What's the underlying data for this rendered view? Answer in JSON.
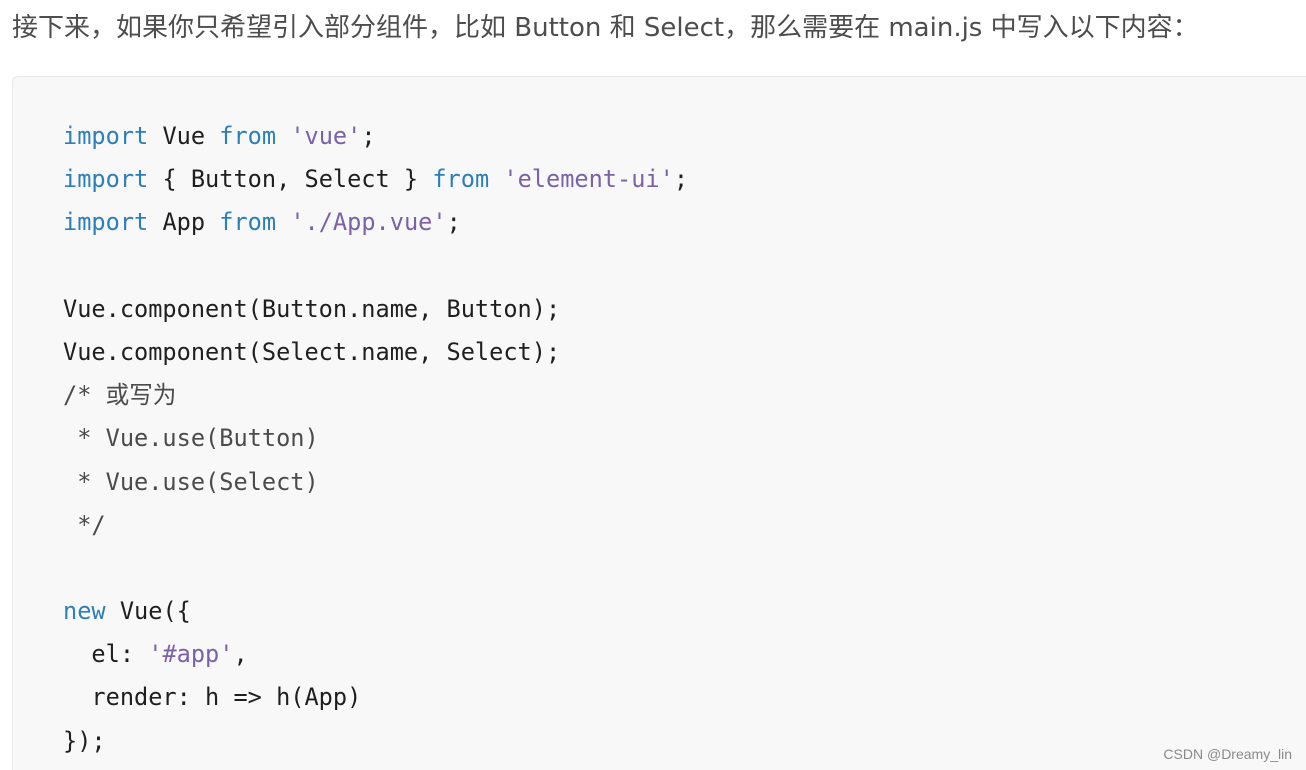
{
  "intro_text": "接下来，如果你只希望引入部分组件，比如 Button 和 Select，那么需要在 main.js 中写入以下内容：",
  "code": {
    "l1": {
      "kw1": "import",
      "t1": " Vue ",
      "kw2": "from",
      "t2": " ",
      "str": "'vue'",
      "t3": ";"
    },
    "l2": {
      "kw1": "import",
      "t1": " { Button, Select } ",
      "kw2": "from",
      "t2": " ",
      "str": "'element-ui'",
      "t3": ";"
    },
    "l3": {
      "kw1": "import",
      "t1": " App ",
      "kw2": "from",
      "t2": " ",
      "str": "'./App.vue'",
      "t3": ";"
    },
    "l5": "Vue.component(Button.name, Button);",
    "l6": "Vue.component(Select.name, Select);",
    "c1": "/* 或写为",
    "c2": " * Vue.use(Button)",
    "c3": " * Vue.use(Select)",
    "c4": " */",
    "l12": {
      "kw": "new",
      "t": " Vue({"
    },
    "l13": {
      "t1": "  el: ",
      "str": "'#app'",
      "t2": ","
    },
    "l14": "  render: h => h(App)",
    "l15": "});"
  },
  "watermark": "CSDN @Dreamy_lin",
  "colors": {
    "keyword": "#2d7fb9",
    "string": "#7a61a8",
    "code_background": "#f8f8f9"
  }
}
